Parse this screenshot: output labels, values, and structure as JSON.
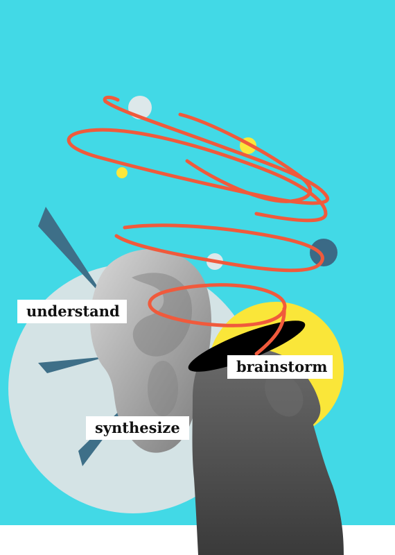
{
  "colors": {
    "sky": "#42d9e6",
    "floor": "#ffffff",
    "pale_circle": "#d4e3e5",
    "yellow_circle": "#fae639",
    "spiral": "#f05a3c",
    "shard": "#3e6f88",
    "dot_blue": "#3b6a86",
    "dot_yellow": "#fbe73b",
    "dot_white": "#dde8ea",
    "ear_light": "#d8d8d8",
    "ear_dark": "#7a7a7a",
    "portrait_dark": "#3a3a3a",
    "portrait_mid": "#6b6b6b",
    "portal": "#000000"
  },
  "artwork": {
    "elements": [
      "ear-photo",
      "woman-profile-photo",
      "red-scribble-spiral",
      "blue-shards",
      "decorative-circles"
    ]
  },
  "labels": {
    "understand": "understand",
    "brainstorm": "brainstorm",
    "synthesize": "synthesize"
  }
}
